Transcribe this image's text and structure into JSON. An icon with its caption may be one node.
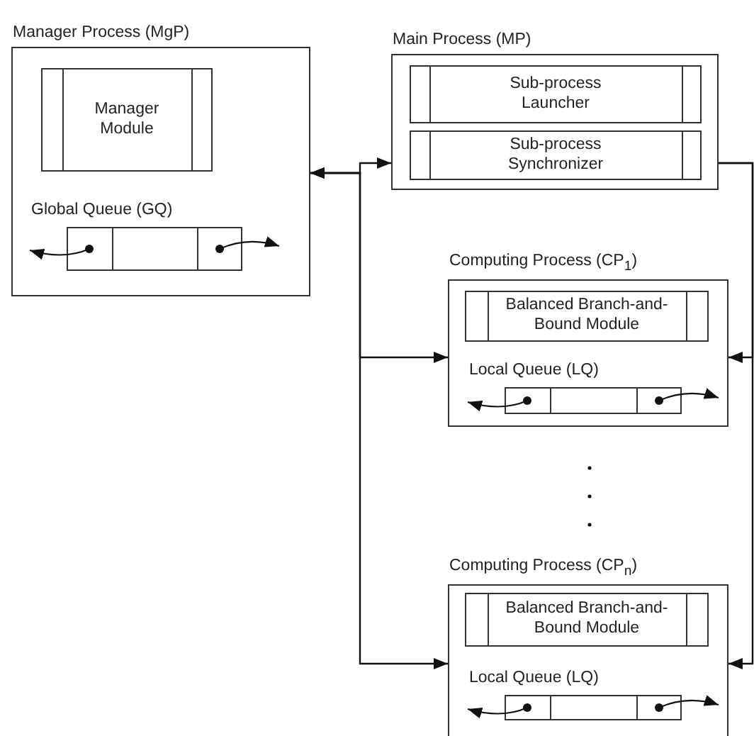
{
  "diagram": {
    "nodes": [
      {
        "text": [
          "Manager Process (MgP)"
        ]
      },
      {
        "text": [
          "Manager Module"
        ],
        "in": 0
      },
      {
        "text": [
          "Global Queue (GQ)"
        ],
        "in": 0
      },
      {
        "text": [
          "Main Process (MP)"
        ]
      },
      {
        "text": [
          "Sub-process Launcher"
        ],
        "in": 3
      },
      {
        "text": [
          "Sub-process Synchronizer"
        ],
        "in": 3
      },
      {
        "text": [
          "Computing Process (CP$_{1}$)"
        ]
      },
      {
        "text": [
          "Balanced Branch-and-Bound Module"
        ],
        "in": 6
      },
      {
        "text": [
          "Local Queue (LQ)"
        ],
        "in": 6
      },
      {
        "text": [
          "Computing Process (CP$_{n}$)"
        ]
      },
      {
        "text": [
          "Balanced Branch-and-Bound Module"
        ],
        "in": 9
      },
      {
        "text": [
          "Local Queue (LQ)"
        ],
        "in": 9
      }
    ],
    "edges": [
      {
        "from": 0,
        "to": 3,
        "arrow": "both"
      },
      {
        "from": 0,
        "to": 6,
        "arrow": "both"
      },
      {
        "from": 0,
        "to": 9,
        "arrow": "both"
      },
      {
        "from": 3,
        "to": 6,
        "arrow": "to"
      },
      {
        "from": 3,
        "to": 9,
        "arrow": "to"
      },
      {
        "from": 2,
        "to": null,
        "arrow": "to"
      },
      {
        "from": 2,
        "to": null,
        "arrow": "to"
      },
      {
        "from": 8,
        "to": null,
        "arrow": "to"
      },
      {
        "from": 8,
        "to": null,
        "arrow": "to"
      },
      {
        "from": 11,
        "to": null,
        "arrow": "to"
      },
      {
        "from": 11,
        "to": null,
        "arrow": "to"
      }
    ]
  }
}
